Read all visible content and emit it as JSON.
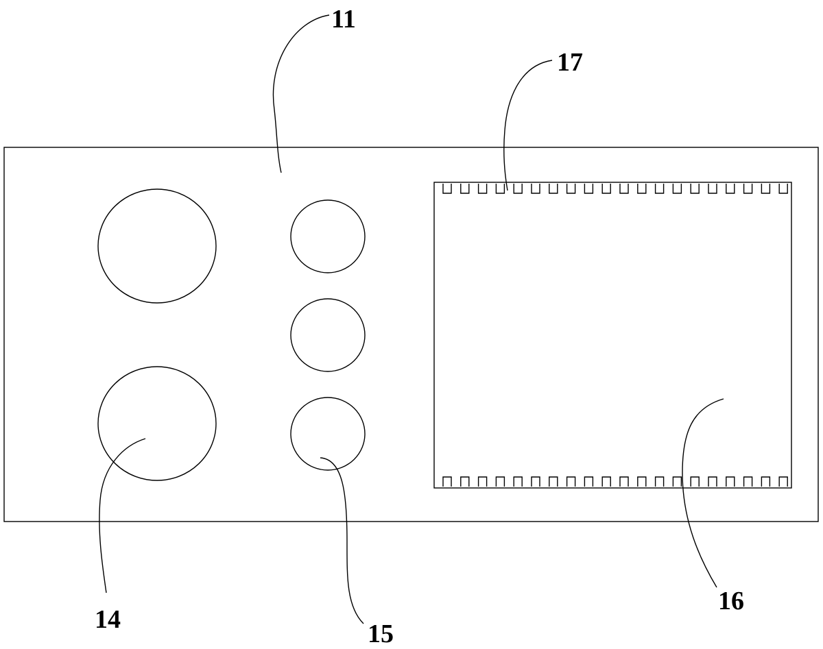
{
  "diagram": {
    "labels": {
      "housing": "11",
      "large_hole": "14",
      "small_hole": "15",
      "panel": "16",
      "teeth": "17"
    },
    "counts": {
      "large_circles": 2,
      "small_circles": 3,
      "teeth_per_row": 20
    }
  }
}
